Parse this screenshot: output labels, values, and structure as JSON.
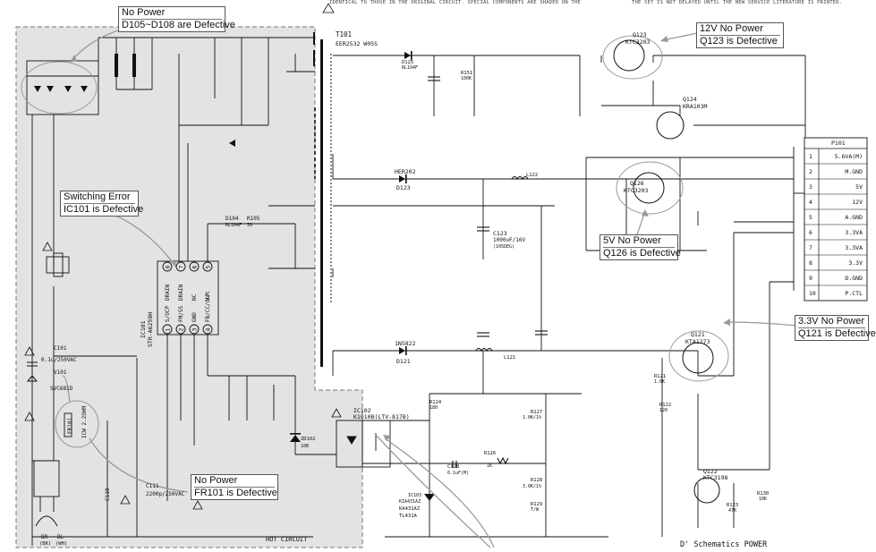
{
  "header_note": {
    "left": "IDENTICAL TO THOSE IN THE ORIGINAL CIRCUIT.  SPECIAL COMPONENTS ARE SHADED ON THE",
    "right": "THE SET IS NOT DELAYED UNTIL THE NEW SERVICE  LITERATURE IS PRINTED."
  },
  "callouts": {
    "d105": {
      "line1": "No Power",
      "line2": "D105~D108 are Defective"
    },
    "ic101": {
      "line1": "Switching Error",
      "line2": "IC101 is Defective"
    },
    "fr101": {
      "line1": "No Power",
      "line2": "FR101 is Defective"
    },
    "q123": {
      "line1": "12V No Power",
      "line2": "Q123 is Defective"
    },
    "q126": {
      "line1": "5V No Power",
      "line2": "Q126 is Defective"
    },
    "q121": {
      "line1": "3.3V No Power",
      "line2": "Q121 is Defective"
    }
  },
  "labels": {
    "transformer": "T101",
    "transformer_model": "EER2532 W05S",
    "hot_circuit": "HOT CIRCUIT",
    "footer": "D' Schematics POWER",
    "ic101_name": "IC101",
    "ic101_model": "STR-A6259H",
    "ic102": "IC102",
    "ic102_model": "K1010B(LTV-817B)",
    "ic103": "IC103",
    "ic103_models": [
      "KIA431AZ",
      "KA431AZ",
      "TL431A"
    ],
    "c101": "C101",
    "c101_val": "0.1u/250VAC",
    "v101": "V101",
    "v101_val": "SVC681D",
    "fr101": "FR101",
    "fr101_val": "ICW 2.2OHM",
    "c110": "C110",
    "c111": "C111",
    "c111_val": "2200p/250VAC",
    "plug_br": "BR",
    "plug_br2": "(BK)",
    "plug_bl": "BL",
    "plug_bl2": "(WH)",
    "d123": "D123",
    "her202": "HER202",
    "d121": "D121",
    "ln5822": "1N5822",
    "d125": "D125",
    "d125_val": "RL104F",
    "d104": "D104",
    "d104_val": "RL104F",
    "r105": "R105",
    "r105_val": "39",
    "c123": "C123",
    "c123_val": "1000uF/16V",
    "c123_note": "(105DEG)",
    "l122": "L122",
    "l121": "L121",
    "q123": "Q123",
    "q123_model": "KTC3203",
    "q124": "Q124",
    "q124_model": "KRA103M",
    "q126": "Q126",
    "q126_model": "KTC3203",
    "q121": "Q121",
    "q121_model": "KTA1273",
    "q122": "Q122",
    "q122_model": "KTC3198",
    "r124": "R124",
    "r124_val": "180",
    "r126": "R126",
    "r126_val": "1K",
    "c128": "C128",
    "c128_val": "0.1uF(M)",
    "r128": "R128",
    "r128_val": "3.0K/1%",
    "r127": "R127",
    "r127_val": "1.0K/1%",
    "r129": "R129",
    "r129_val": "T/W",
    "r121": "R121",
    "r121_val": "1.0K",
    "r122": "R122",
    "r122_val": "120",
    "r123": "R123",
    "r123_val": "47K",
    "r130": "R130",
    "r130_val": "10K",
    "r151": "R151",
    "r151_val": "100K",
    "zd102": "ZD102",
    "zd102_val": "10B",
    "pin_labels_ic101": [
      "DRAIN",
      "DRAIN",
      "NC",
      "Vcc",
      "S/OCP",
      "FM/SS",
      "GND",
      "FB/CC/OLP"
    ],
    "pin_numbers_ic101": [
      "8",
      "7",
      "6",
      "5",
      "1",
      "2",
      "3",
      "4"
    ]
  },
  "connector": {
    "name": "P101",
    "pins": [
      {
        "num": "1",
        "label": "5.6VA(M)"
      },
      {
        "num": "2",
        "label": "M.GND"
      },
      {
        "num": "3",
        "label": "5V"
      },
      {
        "num": "4",
        "label": "12V"
      },
      {
        "num": "5",
        "label": "A.GND"
      },
      {
        "num": "6",
        "label": "3.3VA"
      },
      {
        "num": "7",
        "label": "3.3VA"
      },
      {
        "num": "8",
        "label": "3.3V"
      },
      {
        "num": "9",
        "label": "D.GND"
      },
      {
        "num": "10",
        "label": "P.CTL"
      }
    ]
  },
  "colors": {
    "hot_region": "#e3e3e3",
    "line": "#111111",
    "callout_arrow": "#9a9a9a"
  }
}
